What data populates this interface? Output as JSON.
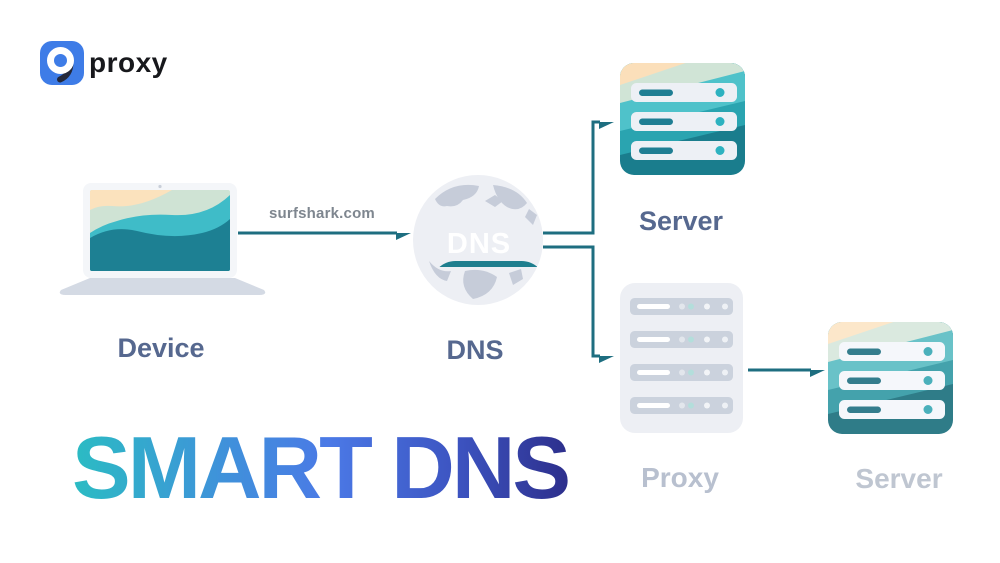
{
  "logo": {
    "text": "proxy",
    "icon": "9-ring-icon"
  },
  "title": {
    "text": "SMART DNS"
  },
  "nodes": {
    "device": {
      "label": "Device"
    },
    "dns": {
      "label": "DNS",
      "badge": "DNS"
    },
    "server_top": {
      "label": "Server"
    },
    "proxy": {
      "label": "Proxy"
    },
    "server_bottom": {
      "label": "Server"
    }
  },
  "edges": {
    "device_to_dns": {
      "label": "surfshark.com"
    },
    "dns_to_server": {
      "label": ""
    },
    "dns_to_proxy": {
      "label": ""
    },
    "proxy_to_server": {
      "label": ""
    }
  },
  "colors": {
    "brand_blue": "#3e7ce7",
    "arrow_teal": "#1e6e80",
    "dark_teal": "#1a7d8d",
    "mid_teal": "#2aa4b0",
    "light_teal": "#4fc2ca",
    "pale_green": "#d0e4d6",
    "peach": "#fbdfba",
    "label_slate": "#56688f",
    "label_muted": "#b8c0cf",
    "title_gradient": [
      "#2bbcc3",
      "#4b79e6",
      "#2d2f8c"
    ]
  }
}
